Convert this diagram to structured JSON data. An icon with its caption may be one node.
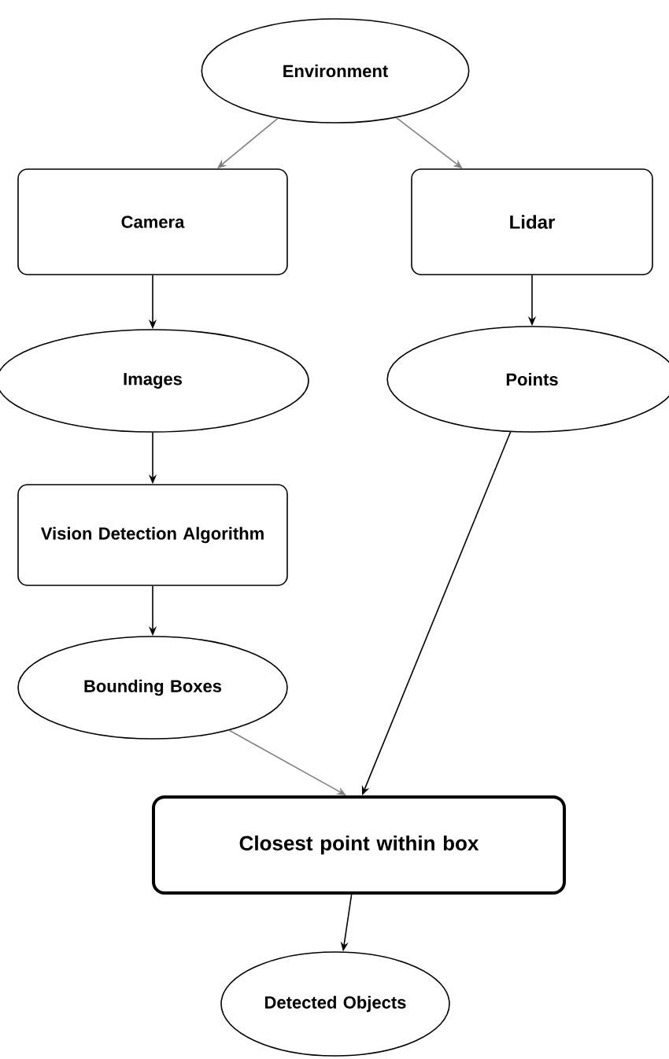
{
  "diagram": {
    "nodes": [
      {
        "text": [
          "Environment"
        ]
      },
      {
        "text": [
          "Camera"
        ]
      },
      {
        "text": [
          "Lidar"
        ]
      },
      {
        "text": [
          "Images"
        ]
      },
      {
        "text": [
          "Points"
        ]
      },
      {
        "text": [
          "Vision Detection Algorithm"
        ]
      },
      {
        "text": [
          "Bounding Boxes"
        ]
      },
      {
        "text": [
          "Closest point within box"
        ]
      },
      {
        "text": [
          "Detected Objects"
        ]
      }
    ],
    "edges": [
      {
        "from": 0,
        "to": 1,
        "arrow": "to",
        "color": "#808080"
      },
      {
        "from": 0,
        "to": 2,
        "arrow": "to",
        "color": "#808080"
      },
      {
        "from": 1,
        "to": 3,
        "arrow": "to"
      },
      {
        "from": 2,
        "to": 4,
        "arrow": "to"
      },
      {
        "from": 3,
        "to": 5,
        "arrow": "to"
      },
      {
        "from": 5,
        "to": 6,
        "arrow": "to"
      },
      {
        "from": 6,
        "to": 7,
        "arrow": "to",
        "color": "#808080"
      },
      {
        "from": 4,
        "to": 7,
        "arrow": "to"
      },
      {
        "from": 7,
        "to": 8,
        "arrow": "to"
      }
    ]
  }
}
